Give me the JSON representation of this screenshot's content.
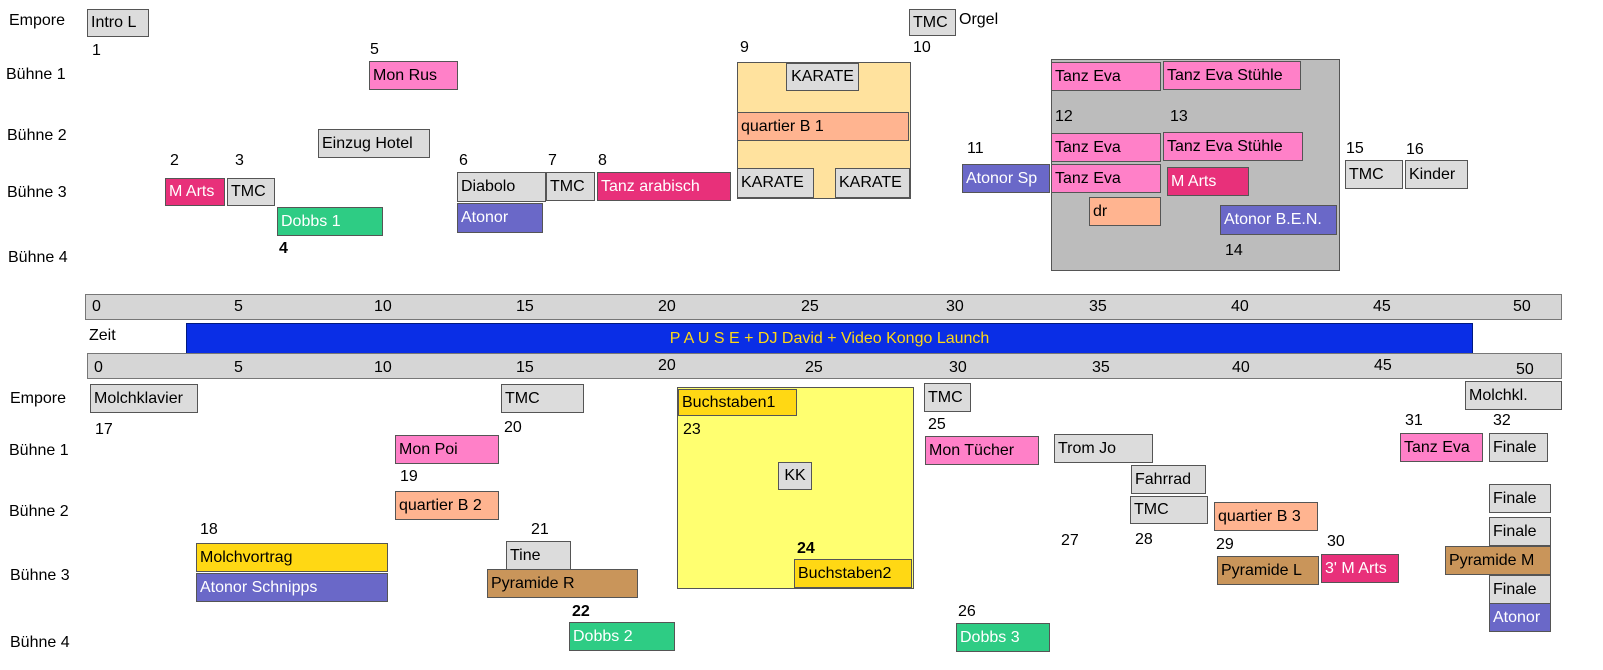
{
  "rows": {
    "empore": "Empore",
    "buehne1": "Bühne 1",
    "buehne2": "Bühne 2",
    "buehne3": "Bühne 3",
    "buehne4": "Bühne 4",
    "zeit": "Zeit"
  },
  "axis_ticks": [
    "0",
    "5",
    "10",
    "15",
    "20",
    "25",
    "30",
    "35",
    "40",
    "45",
    "50"
  ],
  "pause_label": "P A U S E + DJ David + Video Kongo Launch",
  "top": {
    "intro_l": "Intro L",
    "n1": "1",
    "tmc_orgel": "TMC",
    "orgel": "Orgel",
    "n10": "10",
    "n5": "5",
    "mon_rus": "Mon Rus",
    "einzug_hotel": "Einzug Hotel",
    "n2": "2",
    "n3": "3",
    "m_arts": "M Arts",
    "tmc3": "TMC",
    "dobbs1": "Dobbs 1",
    "n4": "4",
    "n6": "6",
    "diabolo": "Diabolo",
    "atonor": "Atonor",
    "n7": "7",
    "tmc7": "TMC",
    "n8": "8",
    "tanz_arabisch": "Tanz arabisch",
    "n9": "9",
    "karate_top": "KARATE",
    "quartier_b1": "quartier B 1",
    "karate_l": "KARATE",
    "karate_r": "KARATE",
    "n11": "11",
    "atonor_sp": "Atonor Sp",
    "tanz_eva_a": "Tanz Eva",
    "tanz_eva_stuehle_a": "Tanz Eva Stühle",
    "n12": "12",
    "n13": "13",
    "tanz_eva_b": "Tanz Eva",
    "tanz_eva_stuehle_b": "Tanz Eva Stühle",
    "tanz_eva_c": "Tanz Eva",
    "m_arts_b": "M Arts",
    "dr": "dr",
    "atonor_ben": "Atonor B.E.N.",
    "n14": "14",
    "n15": "15",
    "n16": "16",
    "tmc15": "TMC",
    "kinder": "Kinder"
  },
  "bottom": {
    "molchklavier": "Molchklavier",
    "n17": "17",
    "tmc20": "TMC",
    "n20": "20",
    "mon_poi": "Mon Poi",
    "n19": "19",
    "quartier_b2": "quartier B 2",
    "n18": "18",
    "molchvortrag": "Molchvortrag",
    "atonor_schnipps": "Atonor Schnipps",
    "n21": "21",
    "tine": "Tine",
    "pyramide_r": "Pyramide R",
    "n22": "22",
    "dobbs2": "Dobbs 2",
    "buchstaben1": "Buchstaben1",
    "n23": "23",
    "kk": "KK",
    "n24": "24",
    "buchstaben2": "Buchstaben2",
    "tmc25": "TMC",
    "n25": "25",
    "mon_tuecher": "Mon Tücher",
    "n26": "26",
    "dobbs3": "Dobbs 3",
    "trom_jo": "Trom Jo",
    "fahrrad": "Fahrrad",
    "tmc28": "TMC",
    "n27": "27",
    "n28": "28",
    "quartier_b3": "quartier B 3",
    "n29": "29",
    "pyramide_l": "Pyramide L",
    "n30": "30",
    "m_arts_3": "3' M Arts",
    "n31": "31",
    "tanz_eva": "Tanz Eva",
    "molchkl": "Molchkl.",
    "n32": "32",
    "finale1": "Finale",
    "finale2": "Finale",
    "finale3": "Finale",
    "pyramide_m": "Pyramide M",
    "finale4": "Finale",
    "atonor_end": "Atonor"
  }
}
